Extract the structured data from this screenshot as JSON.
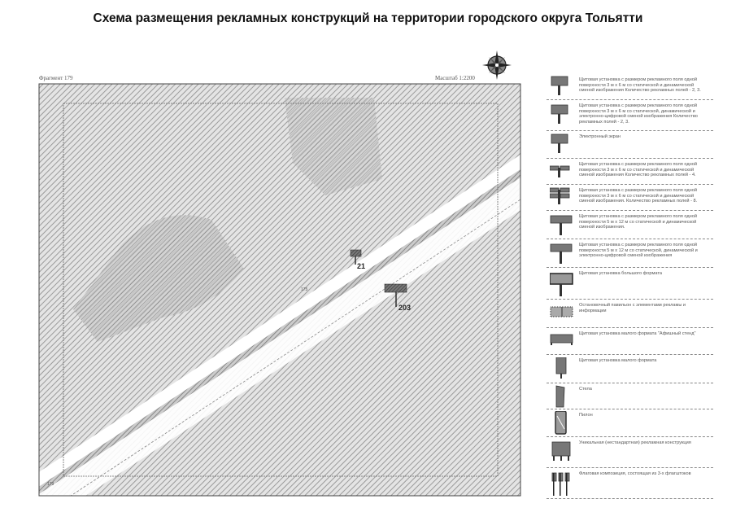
{
  "title": "Схема размещения рекламных конструкций на территории городского округа Тольятти",
  "map": {
    "fragment": "Фрагмент 179",
    "scale": "Масштаб 1:2200",
    "markers": [
      {
        "label": "21"
      },
      {
        "label": "203"
      }
    ],
    "small_labels": [
      "175",
      "179"
    ]
  },
  "legend": [
    {
      "icon": "billboard-3x6-icon",
      "text": "Щитовая установка с размером рекламного поля одной поверхности 3 м х 6 м со статической и динамической сменой изображения Количество рекламных полей - 2, 3."
    },
    {
      "icon": "billboard-3x6-digital-icon",
      "text": "Щитовая установка с размером рекламного поля одной поверхности 3 м х 6 м со статической, динамической и электронно-цифровой сменой изображения Количество рекламных полей - 2, 3."
    },
    {
      "icon": "electronic-screen-icon",
      "text": "Электронный экран"
    },
    {
      "icon": "billboard-3x6-4-fields-icon",
      "text": "Щитовая установка с размером рекламного поля одной поверхности 3 м х 6 м со статической и динамической сменой изображения Количество рекламных полей - 4."
    },
    {
      "icon": "billboard-3x6-8-fields-icon",
      "text": "Щитовая установка с размером рекламного поля одной поверхности 3 м х 6 м со статической и динамической сменой изображения. Количество рекламных полей - 8."
    },
    {
      "icon": "billboard-5x12-icon",
      "text": "Щитовая установка с размером рекламного поля одной поверхности 5 м х 12 м со статической и динамической сменой изображения."
    },
    {
      "icon": "billboard-5x12-digital-icon",
      "text": "Щитовая установка с размером рекламного поля одной поверхности 5 м х 12 м со статической, динамической и электронно-цифровой сменой изображения"
    },
    {
      "icon": "large-format-billboard-icon",
      "text": "Щитовая установка большого формата"
    },
    {
      "icon": "bus-stop-pavilion-icon",
      "text": "Остановочный павильон с элементами рекламы и информации"
    },
    {
      "icon": "poster-stand-icon",
      "text": "Щитовая установка малого формата \"Афишный стенд\""
    },
    {
      "icon": "small-format-billboard-icon",
      "text": "Щитовая установка малого формата"
    },
    {
      "icon": "stele-icon",
      "text": "Стела"
    },
    {
      "icon": "pylon-icon",
      "text": "Пилон"
    },
    {
      "icon": "unique-construction-icon",
      "text": "Уникальная (нестандартная) рекламная конструкция"
    },
    {
      "icon": "flag-composition-icon",
      "text": "Флаговая композиция, состоящая из 3-х флагштоков"
    }
  ],
  "colors": {
    "hatch": "#9a9a9a",
    "sign": "#555555",
    "frame": "#444444"
  }
}
